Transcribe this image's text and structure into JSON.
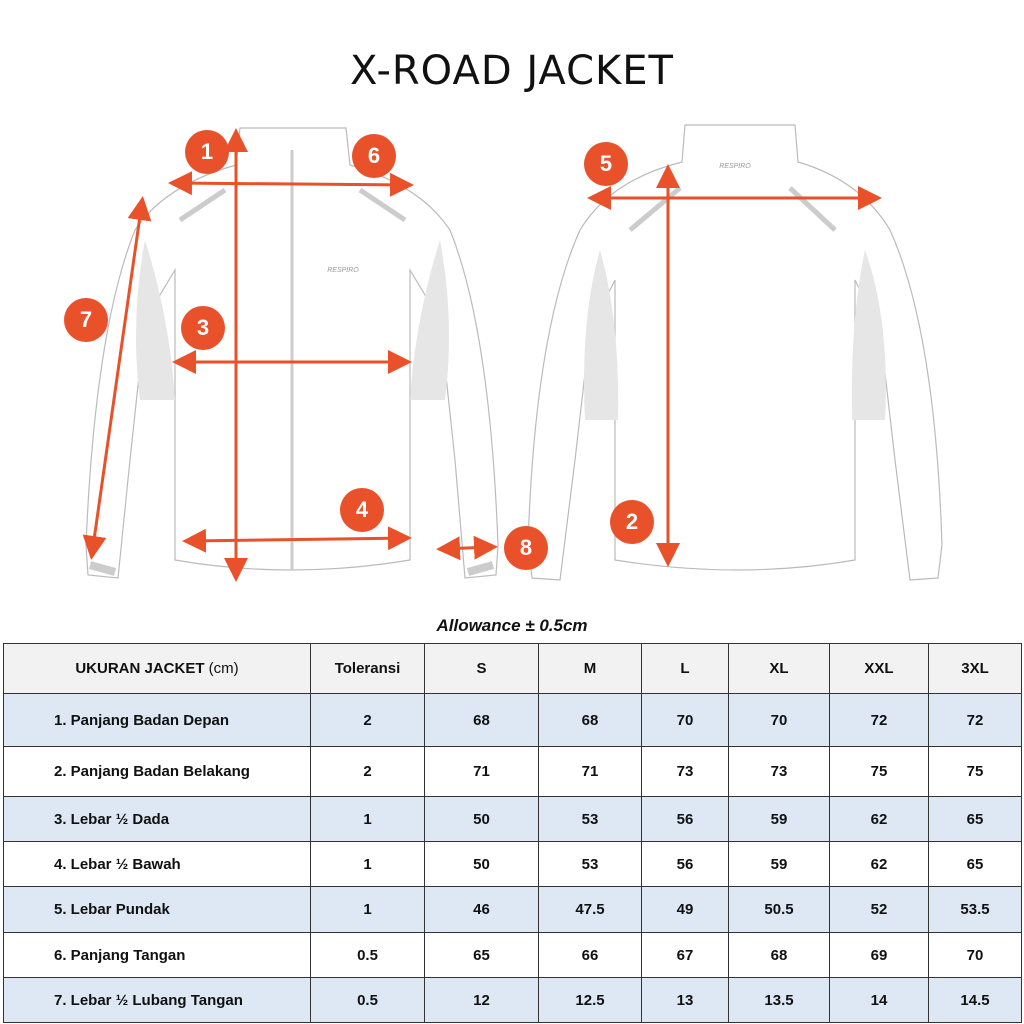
{
  "title": "X-ROAD JACKET",
  "brand_logo_text": "RESPIRO",
  "markers": [
    "1",
    "2",
    "3",
    "4",
    "5",
    "6",
    "7",
    "8"
  ],
  "allowance": "Allowance ± 0.5cm",
  "colors": {
    "accent": "#e8512a",
    "row_alt": "#dde8f4",
    "header_bg": "#f2f2f2"
  },
  "table": {
    "header_label": "UKURAN JACKET",
    "header_unit": "(cm)",
    "columns": [
      "Toleransi",
      "S",
      "M",
      "L",
      "XL",
      "XXL",
      "3XL"
    ],
    "rows": [
      {
        "label": "1. Panjang Badan Depan",
        "values": [
          "2",
          "68",
          "68",
          "70",
          "70",
          "72",
          "72"
        ]
      },
      {
        "label": "2. Panjang Badan Belakang",
        "values": [
          "2",
          "71",
          "71",
          "73",
          "73",
          "75",
          "75"
        ]
      },
      {
        "label": "3. Lebar ½ Dada",
        "values": [
          "1",
          "50",
          "53",
          "56",
          "59",
          "62",
          "65"
        ]
      },
      {
        "label": "4. Lebar ½ Bawah",
        "values": [
          "1",
          "50",
          "53",
          "56",
          "59",
          "62",
          "65"
        ]
      },
      {
        "label": "5. Lebar Pundak",
        "values": [
          "1",
          "46",
          "47.5",
          "49",
          "50.5",
          "52",
          "53.5"
        ]
      },
      {
        "label": "6. Panjang Tangan",
        "values": [
          "0.5",
          "65",
          "66",
          "67",
          "68",
          "69",
          "70"
        ]
      },
      {
        "label": "7. Lebar ½ Lubang Tangan",
        "values": [
          "0.5",
          "12",
          "12.5",
          "13",
          "13.5",
          "14",
          "14.5"
        ]
      }
    ]
  }
}
